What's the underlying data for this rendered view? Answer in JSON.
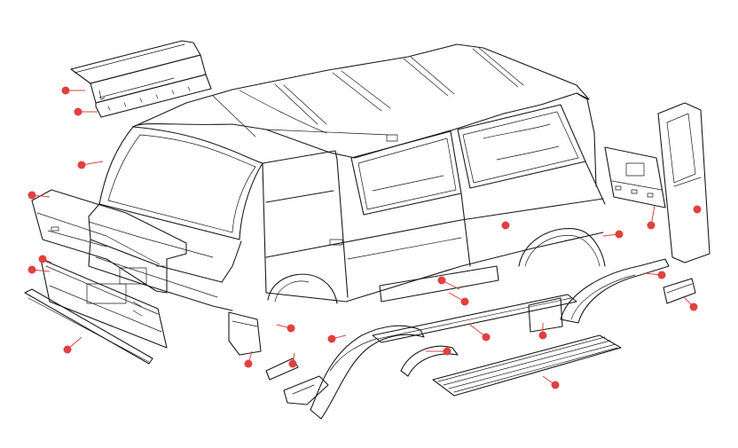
{
  "diagram": {
    "subject": "van-body-exploded-view",
    "line_color": "#1a1a1a",
    "background": "#ffffff",
    "callout_color": "#e0413f"
  },
  "callouts": [
    {
      "id": "rocker-sill-upper"
    },
    {
      "id": "rocker-sill-lower"
    },
    {
      "id": "windshield-frame"
    },
    {
      "id": "front-upper-panel"
    },
    {
      "id": "front-lower-panel"
    },
    {
      "id": "front-panel-bracket"
    },
    {
      "id": "front-bumper-strip"
    },
    {
      "id": "a-pillar-lower"
    },
    {
      "id": "front-wheel-arch"
    },
    {
      "id": "step-bracket"
    },
    {
      "id": "front-corner-lower"
    },
    {
      "id": "inner-wheel-house"
    },
    {
      "id": "side-sill-outer"
    },
    {
      "id": "side-repair-strip"
    },
    {
      "id": "door-sill"
    },
    {
      "id": "floor-panel"
    },
    {
      "id": "door-lower-patch"
    },
    {
      "id": "rear-side-panel"
    },
    {
      "id": "rear-wheel-arch-upper"
    },
    {
      "id": "rear-wheel-arch-lower"
    },
    {
      "id": "rear-corner-patch"
    },
    {
      "id": "tailgate-panel"
    },
    {
      "id": "rear-lower-panel"
    }
  ]
}
